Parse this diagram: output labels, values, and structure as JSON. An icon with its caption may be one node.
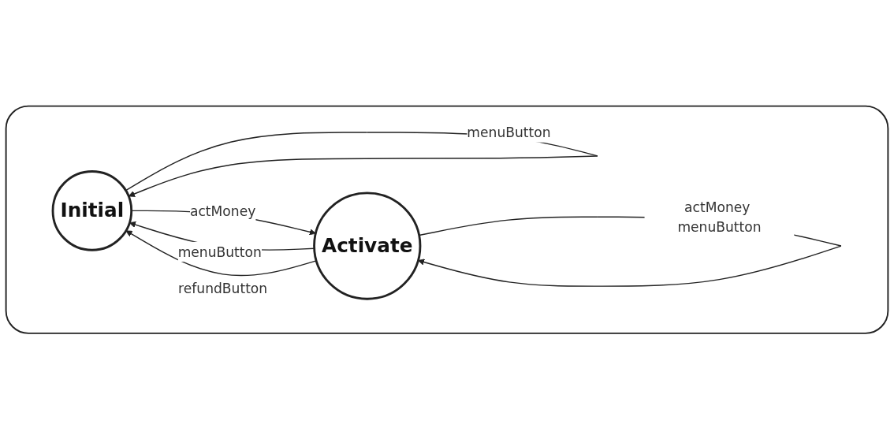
{
  "diagram": {
    "nodes": [
      {
        "text": [],
        "shape": "box"
      },
      {
        "text": [
          "Initial"
        ],
        "in": 0
      },
      {
        "text": [
          "Activate"
        ],
        "in": 0
      }
    ],
    "edges": [
      {
        "from": 1,
        "to": 1,
        "arrow": "to",
        "label": "menuButton"
      },
      {
        "from": 1,
        "to": 2,
        "arrow": "to",
        "label": "actMoney"
      },
      {
        "from": 2,
        "to": 1,
        "arrow": "to",
        "label": "menuButton"
      },
      {
        "from": 2,
        "to": 2,
        "arrow": "to",
        "label": "actMoney menuButton"
      },
      {
        "from": 2,
        "to": 1,
        "arrow": "to",
        "label": "refundButton"
      }
    ]
  }
}
